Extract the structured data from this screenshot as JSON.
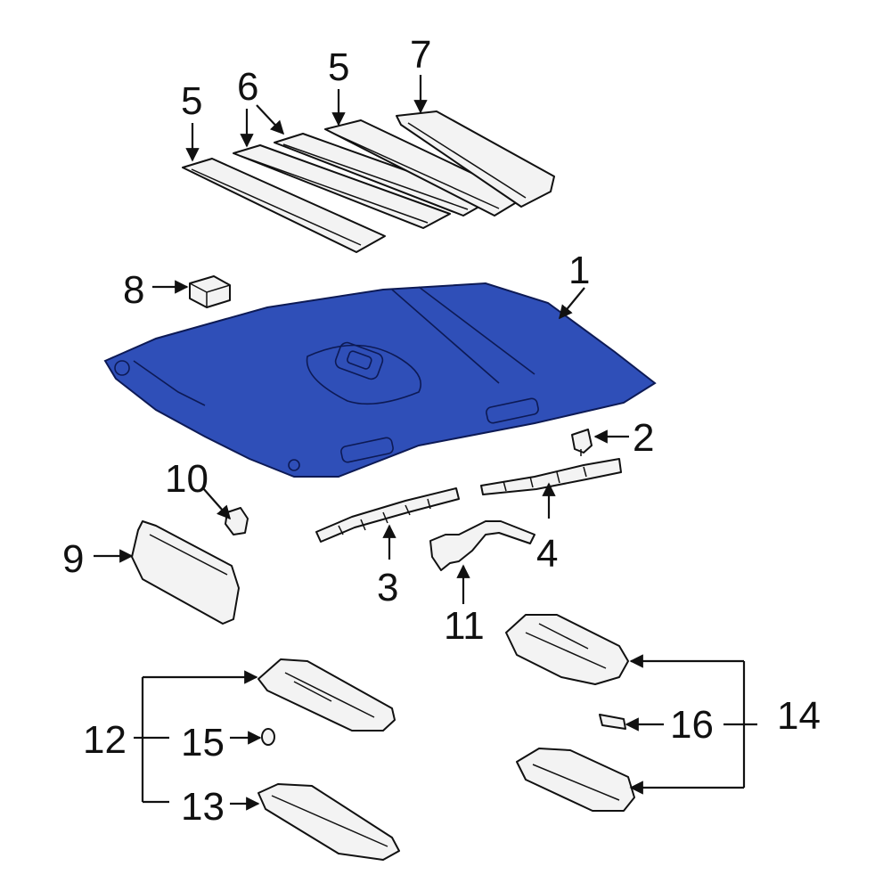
{
  "diagram": {
    "callouts": [
      {
        "id": "c1",
        "text": "1"
      },
      {
        "id": "c2",
        "text": "2"
      },
      {
        "id": "c3",
        "text": "3"
      },
      {
        "id": "c4",
        "text": "4"
      },
      {
        "id": "c5a",
        "text": "5"
      },
      {
        "id": "c5b",
        "text": "5"
      },
      {
        "id": "c6",
        "text": "6"
      },
      {
        "id": "c7",
        "text": "7"
      },
      {
        "id": "c8",
        "text": "8"
      },
      {
        "id": "c9",
        "text": "9"
      },
      {
        "id": "c10",
        "text": "10"
      },
      {
        "id": "c11",
        "text": "11"
      },
      {
        "id": "c12",
        "text": "12"
      },
      {
        "id": "c13",
        "text": "13"
      },
      {
        "id": "c14",
        "text": "14"
      },
      {
        "id": "c15",
        "text": "15"
      },
      {
        "id": "c16",
        "text": "16"
      }
    ],
    "colors": {
      "highlight": "#2f4fb8",
      "part_fill": "#f3f3f3",
      "line": "#111111"
    }
  }
}
